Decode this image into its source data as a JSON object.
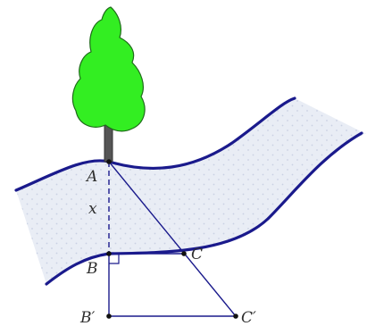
{
  "figure": {
    "labels": {
      "A": "A",
      "x": "x",
      "B": "B",
      "C": "C",
      "B_prime": "B′",
      "C_prime": "C′"
    },
    "colors": {
      "river_bank": "#1a1a8c",
      "river_fill": "#e9edf5",
      "river_dots": "#c9d1e3",
      "tree_foliage": "#33ee22",
      "tree_outline": "#1f6b1a",
      "trunk": "#555555",
      "construction_lines": "#1a1a8c",
      "points": "#111111"
    },
    "icons": [
      "tree-icon",
      "right-angle-mark"
    ]
  }
}
